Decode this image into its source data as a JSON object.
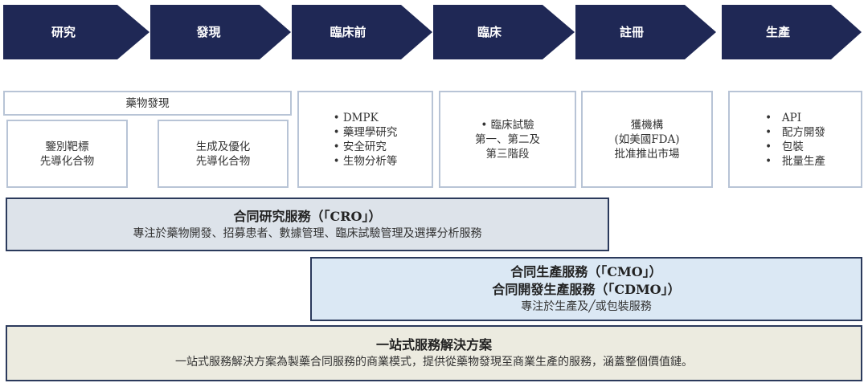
{
  "stages": [
    "研究",
    "發現",
    "臨床前",
    "臨床",
    "註冊",
    "生產"
  ],
  "colors": {
    "arrow": "#1f2855",
    "cro": "#dde3ea",
    "cmo": "#dbe8f4",
    "onestop": "#ecebe0"
  },
  "drug_discovery": {
    "title": "藥物發現",
    "sub1": [
      "鑒別靶標",
      "先導化合物"
    ],
    "sub2": [
      "生成及優化",
      "先導化合物"
    ]
  },
  "preclinical": [
    "• DMPK",
    "• 藥理學研究",
    "• 安全研究",
    "• 生物分析等"
  ],
  "clinical": [
    "• 臨床試驗",
    "第一、第二及",
    "第三階段"
  ],
  "registration": [
    "獲機構",
    "(如美國FDA)",
    "批准推出市場"
  ],
  "production": [
    "•   API",
    "•   配方開發",
    "•   包裝",
    "•   批量生產"
  ],
  "cro": {
    "title": "合同研究服務（「CRO」）",
    "desc": "專注於藥物開發、招募患者、數據管理、臨床試驗管理及選擇分析服務"
  },
  "cmo": {
    "title1": "合同生產服務（「CMO」）",
    "title2": "合同開發生產服務（「CDMO」）",
    "desc": "專注於生產及╱或包裝服務"
  },
  "onestop": {
    "title": "一站式服務解決方案",
    "desc": "一站式服務解決方案為製藥合同服務的商業模式，提供從藥物發現至商業生產的服務，涵蓋整個價值鏈。"
  }
}
